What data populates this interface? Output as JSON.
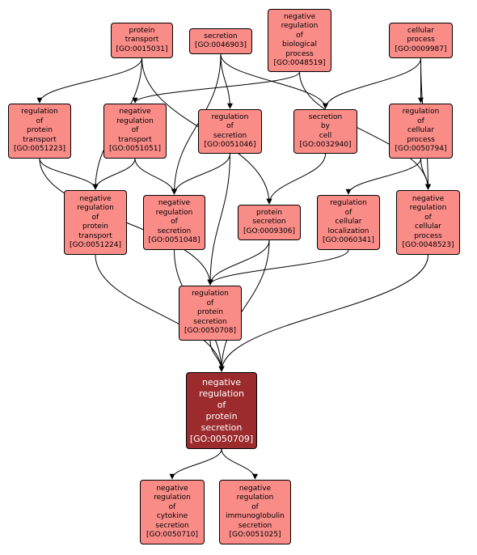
{
  "nodes": {
    "go0015031": {
      "lines": [
        "protein",
        "transport",
        "[GO:0015031]"
      ]
    },
    "go0046903": {
      "lines": [
        "secretion",
        "[GO:0046903]"
      ]
    },
    "go0048519": {
      "lines": [
        "negative",
        "regulation",
        "of",
        "biological",
        "process",
        "[GO:0048519]"
      ]
    },
    "go0009987": {
      "lines": [
        "cellular",
        "process",
        "[GO:0009987]"
      ]
    },
    "go0051223": {
      "lines": [
        "regulation",
        "of",
        "protein",
        "transport",
        "[GO:0051223]"
      ]
    },
    "go0051051": {
      "lines": [
        "negative",
        "regulation",
        "of",
        "transport",
        "[GO:0051051]"
      ]
    },
    "go0051046": {
      "lines": [
        "regulation",
        "of",
        "secretion",
        "[GO:0051046]"
      ]
    },
    "go0032940": {
      "lines": [
        "secretion",
        "by",
        "cell",
        "[GO:0032940]"
      ]
    },
    "go0050794": {
      "lines": [
        "regulation",
        "of",
        "cellular",
        "process",
        "[GO:0050794]"
      ]
    },
    "go0051224": {
      "lines": [
        "negative",
        "regulation",
        "of",
        "protein",
        "transport",
        "[GO:0051224]"
      ]
    },
    "go0051048": {
      "lines": [
        "negative",
        "regulation",
        "of",
        "secretion",
        "[GO:0051048]"
      ]
    },
    "go0009306": {
      "lines": [
        "protein",
        "secretion",
        "[GO:0009306]"
      ]
    },
    "go0060341": {
      "lines": [
        "regulation",
        "of",
        "cellular",
        "localization",
        "[GO:0060341]"
      ]
    },
    "go0048523": {
      "lines": [
        "negative",
        "regulation",
        "of",
        "cellular",
        "process",
        "[GO:0048523]"
      ]
    },
    "go0050708": {
      "lines": [
        "regulation",
        "of",
        "protein",
        "secretion",
        "[GO:0050708]"
      ]
    },
    "go0050709": {
      "lines": [
        "negative",
        "regulation",
        "of",
        "protein",
        "secretion",
        "[GO:0050709]"
      ]
    },
    "go0050710": {
      "lines": [
        "negative",
        "regulation",
        "of",
        "cytokine",
        "secretion",
        "[GO:0050710]"
      ]
    },
    "go0051025": {
      "lines": [
        "negative",
        "regulation",
        "of",
        "immunoglobulin",
        "secretion",
        "[GO:0051025]"
      ]
    }
  },
  "edges": [
    {
      "from": "go0015031",
      "to": "go0051223"
    },
    {
      "from": "go0015031",
      "to": "go0051224"
    },
    {
      "from": "go0015031",
      "to": "go0009306"
    },
    {
      "from": "go0046903",
      "to": "go0051046"
    },
    {
      "from": "go0046903",
      "to": "go0032940"
    },
    {
      "from": "go0046903",
      "to": "go0051048"
    },
    {
      "from": "go0048519",
      "to": "go0051051"
    },
    {
      "from": "go0048519",
      "to": "go0048523"
    },
    {
      "from": "go0009987",
      "to": "go0032940"
    },
    {
      "from": "go0009987",
      "to": "go0050794"
    },
    {
      "from": "go0009987",
      "to": "go0048523"
    },
    {
      "from": "go0051223",
      "to": "go0051224"
    },
    {
      "from": "go0051223",
      "to": "go0050708"
    },
    {
      "from": "go0051051",
      "to": "go0051224"
    },
    {
      "from": "go0051051",
      "to": "go0051048"
    },
    {
      "from": "go0051046",
      "to": "go0051048"
    },
    {
      "from": "go0051046",
      "to": "go0050708"
    },
    {
      "from": "go0032940",
      "to": "go0009306"
    },
    {
      "from": "go0050794",
      "to": "go0060341"
    },
    {
      "from": "go0050794",
      "to": "go0048523"
    },
    {
      "from": "go0051224",
      "to": "go0050709"
    },
    {
      "from": "go0051048",
      "to": "go0050709"
    },
    {
      "from": "go0009306",
      "to": "go0050708"
    },
    {
      "from": "go0009306",
      "to": "go0050709"
    },
    {
      "from": "go0060341",
      "to": "go0050708"
    },
    {
      "from": "go0048523",
      "to": "go0050709"
    },
    {
      "from": "go0050708",
      "to": "go0050709"
    },
    {
      "from": "go0050709",
      "to": "go0050710"
    },
    {
      "from": "go0050709",
      "to": "go0051025"
    }
  ],
  "colors": {
    "node_fill": "#fa8c88",
    "focus_fill": "#9c2b2d",
    "focus_text": "#ffffff",
    "border": "#000000",
    "edge": "#000000"
  }
}
